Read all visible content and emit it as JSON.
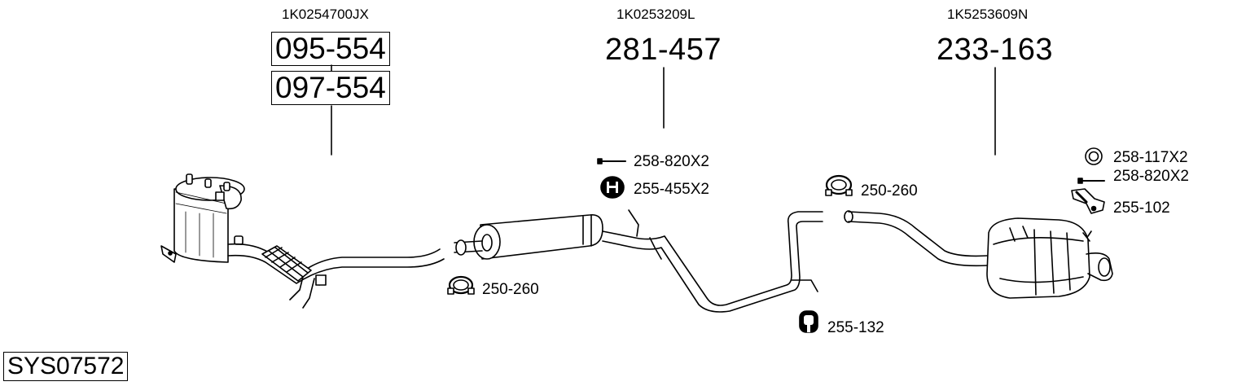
{
  "system_code": "SYS07572",
  "oem_numbers": {
    "front": "1K0254700JX",
    "middle": "1K0253209L",
    "rear": "1K5253609N"
  },
  "parts": {
    "front_a": "095-554",
    "front_b": "097-554",
    "middle": "281-457",
    "rear": "233-163"
  },
  "accessories": {
    "clamp_front": "250-260",
    "bolt_middle": "258-820X2",
    "rubber_middle": "255-455X2",
    "clamp_rear": "250-260",
    "rubber_under": "255-132",
    "ring_rear": "258-117X2",
    "bolt_rear": "258-820X2",
    "bracket_rear": "255-102"
  }
}
